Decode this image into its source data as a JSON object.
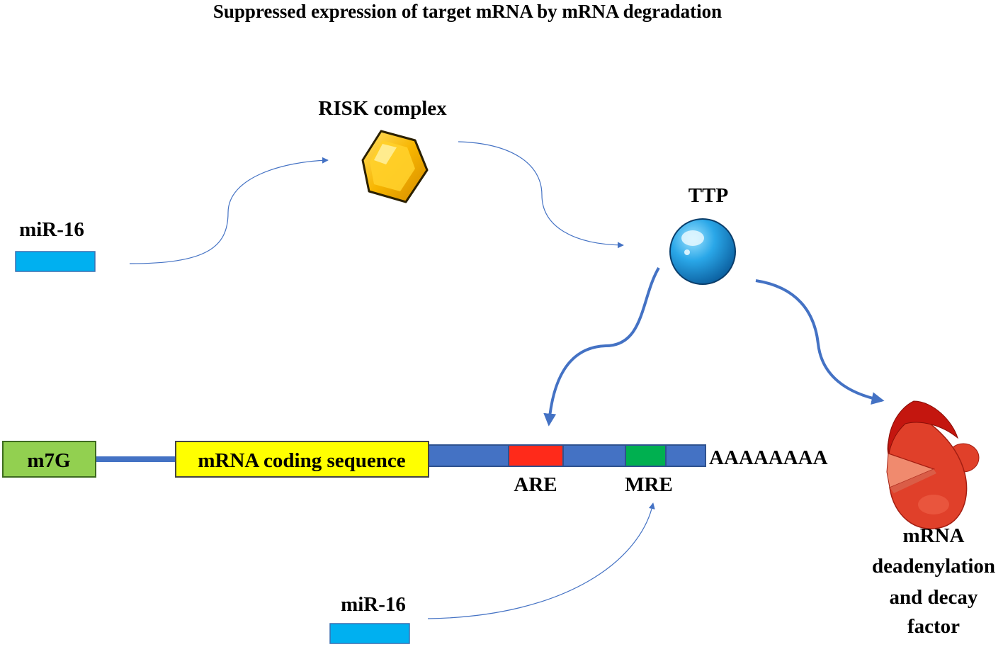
{
  "title": "Suppressed expression of target mRNA by mRNA degradation",
  "nodes": {
    "mir16_top": {
      "label": "miR-16"
    },
    "risk_complex": {
      "label": "RISK complex"
    },
    "ttp": {
      "label": "TTP"
    },
    "mir16_bottom": {
      "label": "miR-16"
    },
    "decay_factor": {
      "label_lines": [
        "mRNA",
        "deadenylation",
        "and decay",
        "factor"
      ]
    }
  },
  "mrna": {
    "cap": "m7G",
    "coding": "mRNA coding sequence",
    "are": "ARE",
    "mre": "MRE",
    "polya": "AAAAAAAA"
  },
  "colors": {
    "mir16": "#00b0f0",
    "risk_complex": "#f5b400",
    "ttp": "#1f8fd6",
    "cap": "#92d050",
    "coding": "#ffff00",
    "strand": "#4472c4",
    "are": "#ff2a1a",
    "mre": "#00b050",
    "decay_factor": "#e0402a",
    "arrow": "#4472c4"
  },
  "edges": [
    {
      "from": "miR-16",
      "to": "RISK complex"
    },
    {
      "from": "RISK complex",
      "to": "TTP"
    },
    {
      "from": "TTP",
      "to": "ARE"
    },
    {
      "from": "TTP",
      "to": "mRNA deadenylation and decay factor"
    },
    {
      "from": "miR-16",
      "to": "MRE"
    }
  ]
}
